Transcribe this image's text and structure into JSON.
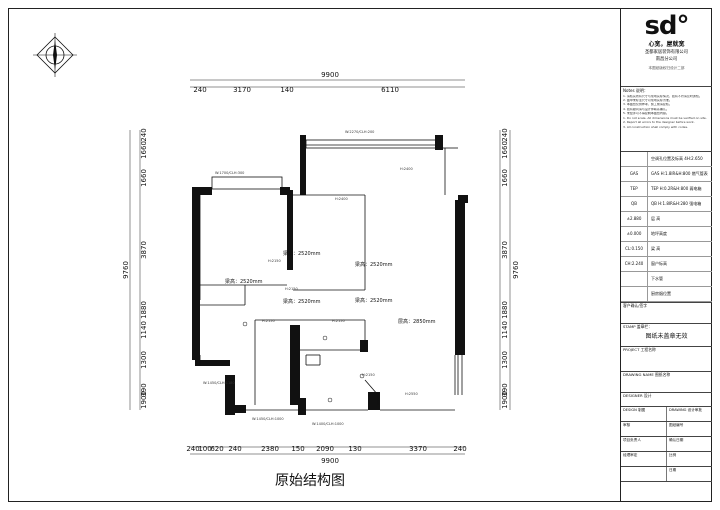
{
  "dims_top": {
    "total": "9900",
    "parts": [
      "240",
      "3170",
      "140",
      "6110"
    ]
  },
  "dims_bottom": {
    "total": "9900",
    "parts": [
      "240",
      "100",
      "620",
      "240",
      "2380",
      "150",
      "2090",
      "130",
      "3370",
      "240"
    ]
  },
  "dims_left": {
    "total": "9760",
    "parts": [
      "240",
      "1660",
      "1660",
      "3870",
      "1880",
      "1140",
      "1300",
      "390",
      "1900"
    ]
  },
  "dims_right": {
    "total": "9760",
    "parts": [
      "240",
      "1660",
      "1660",
      "3870",
      "1880",
      "1140",
      "1300",
      "390",
      "1900"
    ]
  },
  "room_labels": [
    {
      "text": "梁高：2520mm"
    },
    {
      "text": "梁高：2520mm"
    },
    {
      "text": "梁高：2520mm"
    },
    {
      "text": "梁高：2520mm"
    },
    {
      "text": "梁高：2520mm"
    },
    {
      "text": "层高：2850mm"
    }
  ],
  "small_notes": [
    "H:2400",
    "H:2400",
    "H:2150",
    "H:2150",
    "H:2150",
    "H:2150",
    "H:2150",
    "H:2550",
    "W:1700/CLH:300",
    "W:2270/CLH:200",
    "W:1450/CLH:1180",
    "W:1450/CLH:1000",
    "W:1400/CLH:1000"
  ],
  "title": "原始结构图",
  "titleblock": {
    "logo": "sd°",
    "slogan": "心宽，屋就宽",
    "company": "圣都家居装饰有限公司",
    "branch": "南昌分公司",
    "tag": "本图纸版权归设计二部",
    "notes_title": "Notes 说明：",
    "notes": [
      "1. 请核实所有尺寸与现场实际情况，如有不符请及时通知。",
      "2. 图中未标注尺寸以现场实际为准。",
      "3. 本图纸仅供参考，施工前请复核。",
      "4. 如有疑问请与设计师联系确认。",
      "5. 未经许可不得复制本图纸内容。",
      "1. Do not scale. All dimensions must be verified on site.",
      "2. Report all errors to the designer before work.",
      "3. All construction shall comply with codes."
    ],
    "legend": [
      {
        "sym": "",
        "txt": "空调孔位置及标高 4H:2.650"
      },
      {
        "sym": "GAS",
        "txt": "GAS H:1.8IR&H:800 燃气管表"
      },
      {
        "sym": "TEP",
        "txt": "TEP H:0.2R&H:800 弱电箱"
      },
      {
        "sym": "QB",
        "txt": "QB H:1.8IR&H:280 强电箱"
      },
      {
        "sym": "±2.880",
        "txt": "层 高"
      },
      {
        "sym": "±0.000",
        "txt": "地坪高度"
      },
      {
        "sym": "CL:0.150",
        "txt": "梁 高"
      },
      {
        "sym": "CH:2.240",
        "txt": "窗户标高"
      },
      {
        "sym": "",
        "txt": "下水管"
      },
      {
        "sym": "",
        "txt": "厨房烟位置"
      }
    ],
    "project_label": "客户确认/签字",
    "stamp_label": "STAMP 盖章栏：",
    "stamp_text": "图纸未盖章无效",
    "project_field": "PROJECT 工程名称",
    "drawing_field": "DRAWING NAME 图纸名称",
    "design_field": "DESIGNER 设计",
    "grid": [
      [
        "DESIGN 制图",
        "DRAWING 设计审批"
      ],
      [
        "审核",
        "图纸编号"
      ],
      [
        "项目负责人",
        "确认日期"
      ],
      [
        "经理审定",
        "比例"
      ],
      [
        "",
        "日期"
      ]
    ]
  }
}
